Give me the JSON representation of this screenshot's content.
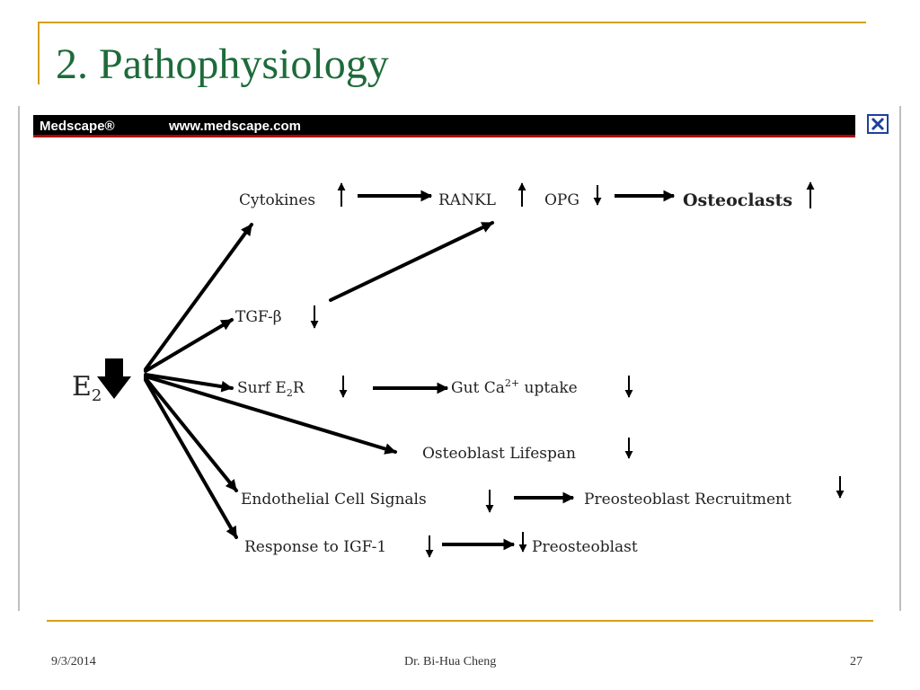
{
  "slide": {
    "title": "2. Pathophysiology",
    "footer": {
      "date": "9/3/2014",
      "author": "Dr. Bi-Hua Cheng",
      "page": "27"
    }
  },
  "figure": {
    "header": {
      "brand": "Medscape®",
      "url": "www.medscape.com"
    },
    "close_icon": "close-box-icon",
    "source": {
      "label": "E",
      "sub": "2"
    },
    "nodes": {
      "cytokines": "Cytokines",
      "rankl": "RANKL",
      "opg": "OPG",
      "osteoclasts": "Osteoclasts",
      "tgf": "TGF-β",
      "surf_pre": "Surf E",
      "surf_sub": "2",
      "surf_post": "R",
      "gut_pre": "Gut Ca",
      "gut_sup": "2+",
      "gut_post": " uptake",
      "osteoblast_lifespan": "Osteoblast Lifespan",
      "endothelial": "Endothelial  Cell  Signals",
      "preosteoblast_recruitment": "Preosteoblast  Recruitment",
      "response_igf": "Response to IGF-1",
      "preosteoblast": "Preosteoblast"
    }
  }
}
